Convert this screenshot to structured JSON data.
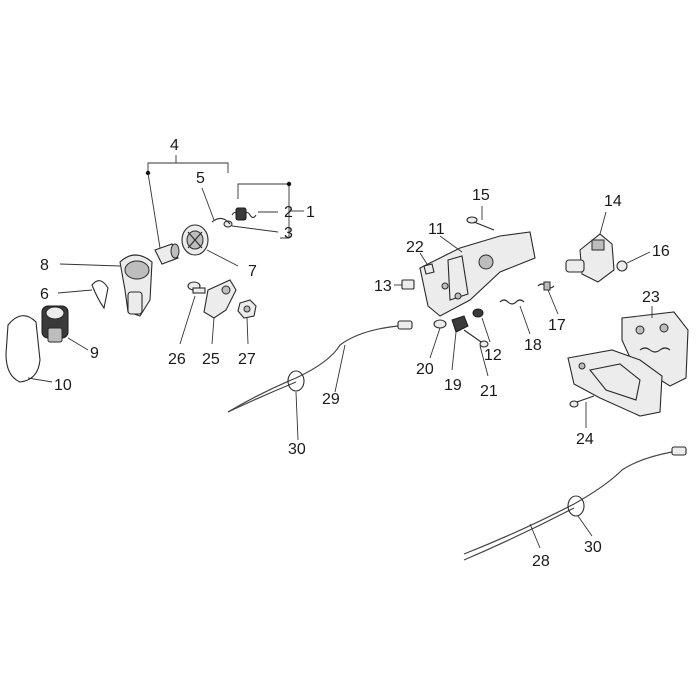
{
  "callouts": [
    {
      "id": "1",
      "text": "1"
    },
    {
      "id": "2",
      "text": "2"
    },
    {
      "id": "3",
      "text": "3"
    },
    {
      "id": "4",
      "text": "4"
    },
    {
      "id": "5",
      "text": "5"
    },
    {
      "id": "6",
      "text": "6"
    },
    {
      "id": "7",
      "text": "7"
    },
    {
      "id": "8",
      "text": "8"
    },
    {
      "id": "9",
      "text": "9"
    },
    {
      "id": "10",
      "text": "10"
    },
    {
      "id": "11",
      "text": "11"
    },
    {
      "id": "12",
      "text": "12"
    },
    {
      "id": "13",
      "text": "13"
    },
    {
      "id": "14",
      "text": "14"
    },
    {
      "id": "15",
      "text": "15"
    },
    {
      "id": "16",
      "text": "16"
    },
    {
      "id": "17",
      "text": "17"
    },
    {
      "id": "18",
      "text": "18"
    },
    {
      "id": "19",
      "text": "19"
    },
    {
      "id": "20",
      "text": "20"
    },
    {
      "id": "21",
      "text": "21"
    },
    {
      "id": "22",
      "text": "22"
    },
    {
      "id": "23",
      "text": "23"
    },
    {
      "id": "24",
      "text": "24"
    },
    {
      "id": "25",
      "text": "25"
    },
    {
      "id": "26",
      "text": "26"
    },
    {
      "id": "27",
      "text": "27"
    },
    {
      "id": "28",
      "text": "28"
    },
    {
      "id": "29",
      "text": "29"
    },
    {
      "id": "30a",
      "text": "30"
    },
    {
      "id": "30b",
      "text": "30"
    }
  ]
}
